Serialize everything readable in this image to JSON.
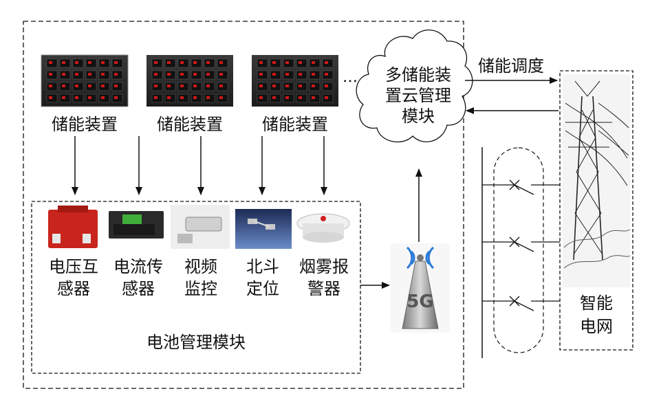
{
  "storage_devices": [
    {
      "label": "储能装置"
    },
    {
      "label": "储能装置"
    },
    {
      "label": "储能装置"
    }
  ],
  "ellipsis": "…",
  "cloud_module": {
    "lines": [
      "多储能装",
      "置云管理",
      "模块"
    ]
  },
  "dispatch_label": "储能调度",
  "bms": {
    "title": "电池管理模块",
    "sensors": [
      {
        "line1": "电压互",
        "line2": "感器",
        "icon": "voltage-transformer"
      },
      {
        "line1": "电流传",
        "line2": "感器",
        "icon": "current-sensor"
      },
      {
        "line1": "视频",
        "line2": "监控",
        "icon": "surveillance-camera"
      },
      {
        "line1": "北斗",
        "line2": "定位",
        "icon": "satellite"
      },
      {
        "line1": "烟雾报",
        "line2": "警器",
        "icon": "smoke-detector"
      }
    ]
  },
  "tower_5g": {
    "text": "5G",
    "icon": "5g-tower"
  },
  "smart_grid": {
    "line1": "智能",
    "line2": "电网",
    "icon": "power-tower"
  }
}
